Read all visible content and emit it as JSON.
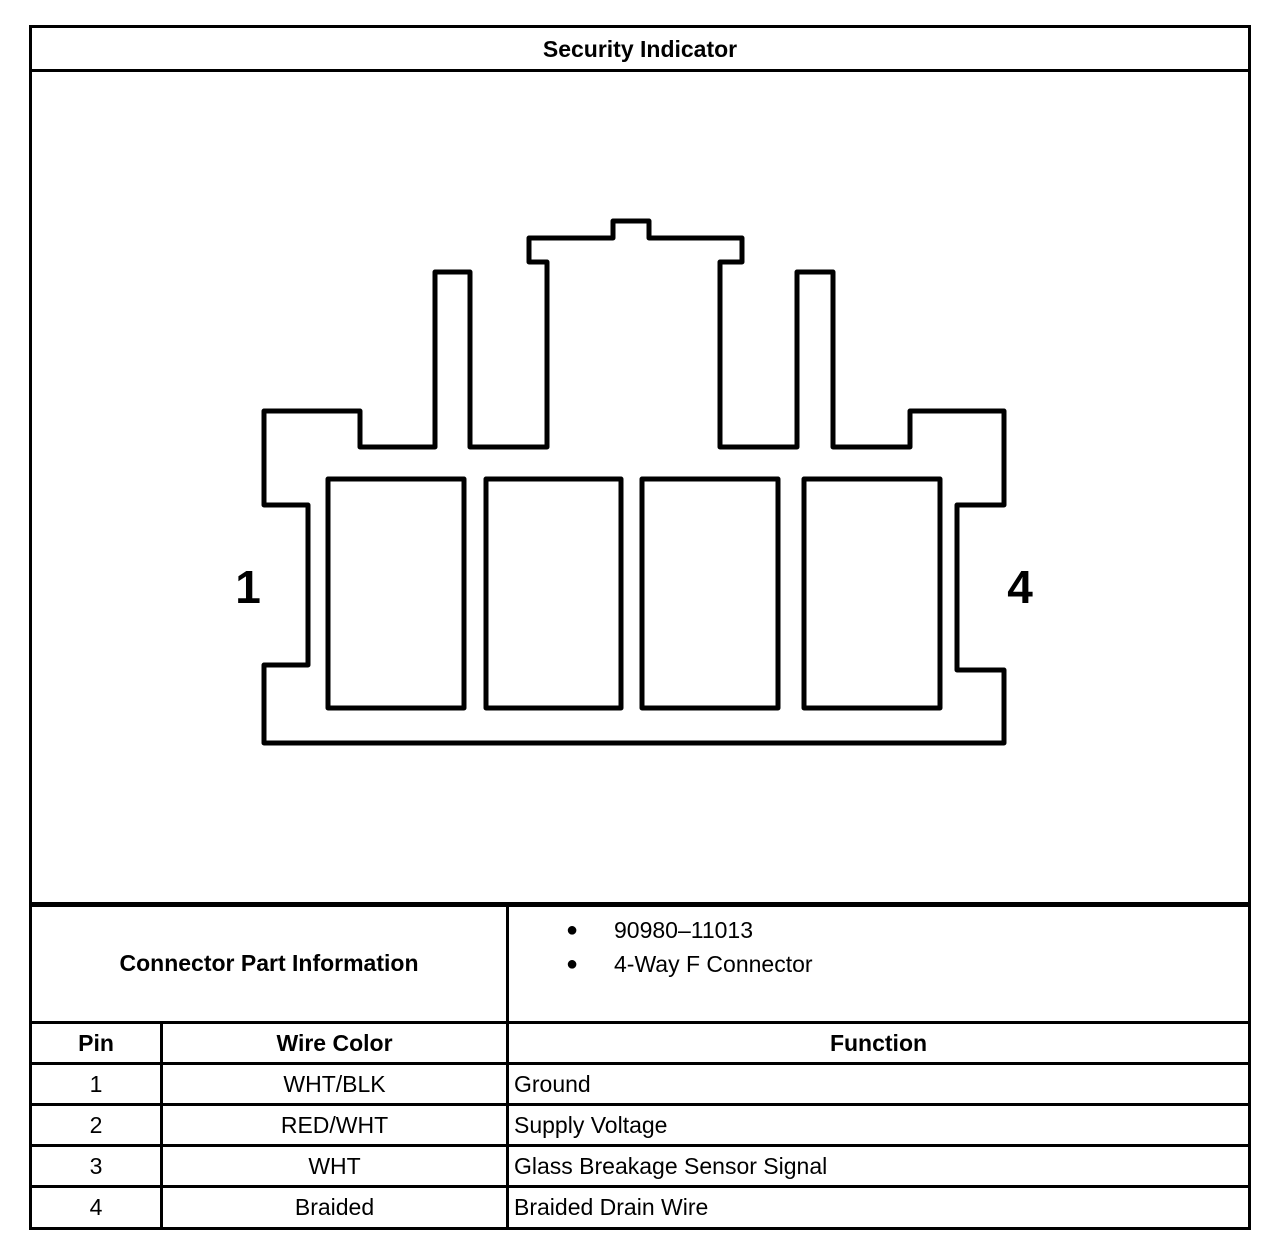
{
  "title": "Security Indicator",
  "diagram": {
    "pin_label_left": "1",
    "pin_label_right": "4"
  },
  "connector_info": {
    "label": "Connector Part Information",
    "items": [
      "90980–11013",
      "4-Way F Connector"
    ]
  },
  "table": {
    "headers": {
      "pin": "Pin",
      "wire_color": "Wire Color",
      "function": "Function"
    },
    "rows": [
      {
        "pin": "1",
        "wire_color": "WHT/BLK",
        "function": "Ground"
      },
      {
        "pin": "2",
        "wire_color": "RED/WHT",
        "function": "Supply Voltage"
      },
      {
        "pin": "3",
        "wire_color": "WHT",
        "function": "Glass Breakage Sensor Signal"
      },
      {
        "pin": "4",
        "wire_color": "Braided",
        "function": "Braided Drain Wire"
      }
    ]
  }
}
